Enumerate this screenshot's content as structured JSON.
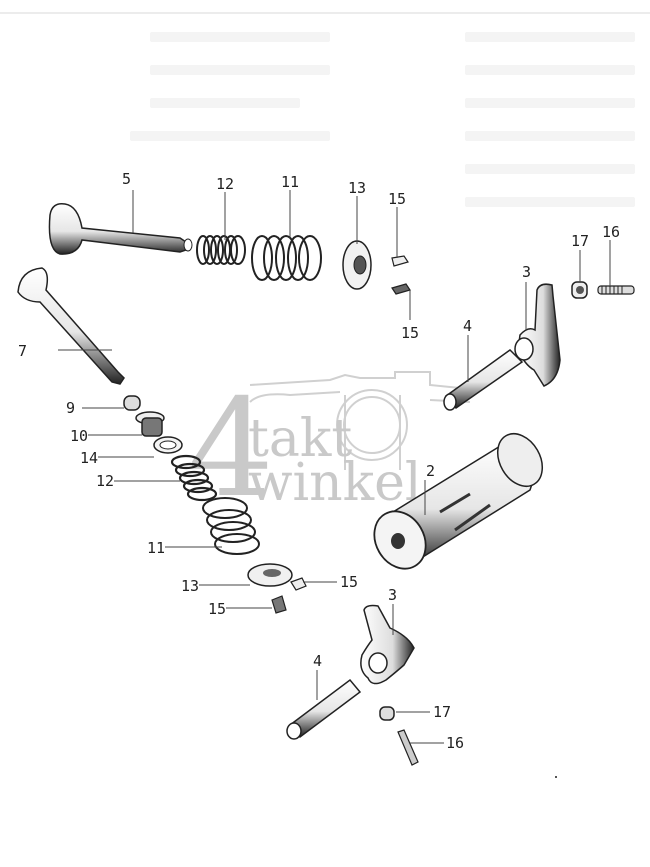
{
  "diagram": {
    "type": "exploded-parts-diagram",
    "subject": "valve train / camshaft assembly",
    "watermark": {
      "digit": "4",
      "line1": "takt",
      "line2": "winkel"
    },
    "parts": [
      {
        "id": "p5",
        "number": "5",
        "name": "valve (upper)"
      },
      {
        "id": "p12a",
        "number": "12",
        "name": "inner valve spring (upper)"
      },
      {
        "id": "p11a",
        "number": "11",
        "name": "outer valve spring (upper)"
      },
      {
        "id": "p13a",
        "number": "13",
        "name": "spring retainer (upper)"
      },
      {
        "id": "p15a",
        "number": "15",
        "name": "cotter (upper top)"
      },
      {
        "id": "p15b",
        "number": "15",
        "name": "cotter (upper bottom)"
      },
      {
        "id": "p17a",
        "number": "17",
        "name": "lock nut (upper)"
      },
      {
        "id": "p16a",
        "number": "16",
        "name": "adjusting screw (upper)"
      },
      {
        "id": "p3a",
        "number": "3",
        "name": "rocker arm (upper)"
      },
      {
        "id": "p4a",
        "number": "4",
        "name": "rocker shaft (upper)"
      },
      {
        "id": "p7",
        "number": "7",
        "name": "valve (lower)"
      },
      {
        "id": "p9",
        "number": "9",
        "name": "stem seal"
      },
      {
        "id": "p10",
        "number": "10",
        "name": "valve guide"
      },
      {
        "id": "p14",
        "number": "14",
        "name": "spring seat"
      },
      {
        "id": "p12b",
        "number": "12",
        "name": "inner valve spring (lower)"
      },
      {
        "id": "p11b",
        "number": "11",
        "name": "outer valve spring (lower)"
      },
      {
        "id": "p13b",
        "number": "13",
        "name": "spring retainer (lower)"
      },
      {
        "id": "p15c",
        "number": "15",
        "name": "cotter (lower right)"
      },
      {
        "id": "p15d",
        "number": "15",
        "name": "cotter (lower left)"
      },
      {
        "id": "p2",
        "number": "2",
        "name": "camshaft"
      },
      {
        "id": "p3b",
        "number": "3",
        "name": "rocker arm (lower)"
      },
      {
        "id": "p4b",
        "number": "4",
        "name": "rocker shaft (lower)"
      },
      {
        "id": "p17b",
        "number": "17",
        "name": "lock nut (lower)"
      },
      {
        "id": "p16b",
        "number": "16",
        "name": "adjusting screw (lower)"
      }
    ]
  },
  "colors": {
    "ink": "#1e1e1e",
    "watermark": "#c9c9c9",
    "paper": "#ffffff"
  }
}
